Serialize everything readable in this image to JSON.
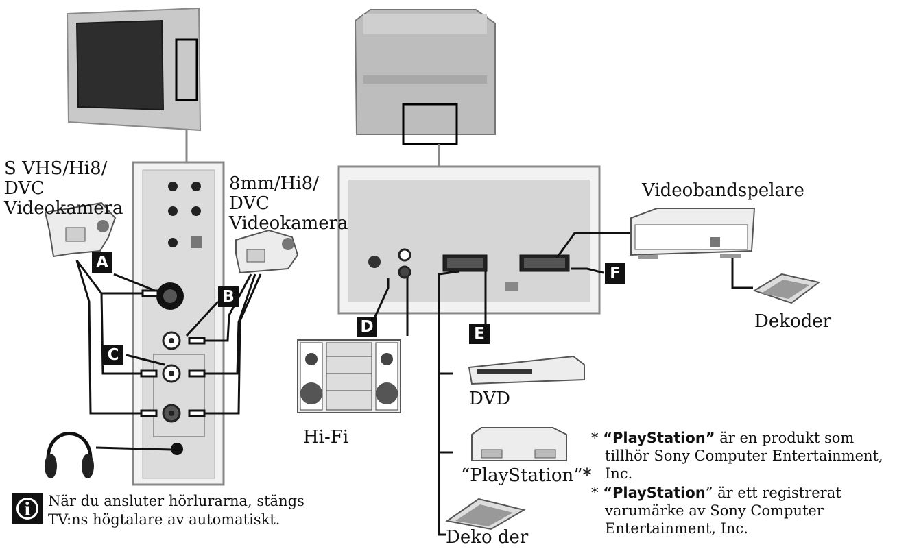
{
  "labels": {
    "camera_left": [
      "S VHS/Hi8/",
      "DVC",
      "Videokamera"
    ],
    "camera_right": [
      "8mm/Hi8/",
      "DVC",
      "Videokamera"
    ],
    "vcr": "Videobandspelare",
    "decoder_right": "Dekoder",
    "hifi": "Hi-Fi",
    "dvd": "DVD",
    "playstation": "“PlayStation”*",
    "decoder_bottom": "Deko der"
  },
  "badges": {
    "A": "A",
    "B": "B",
    "C": "C",
    "D": "D",
    "E": "E",
    "F": "F"
  },
  "info": {
    "line1": "När du ansluter hörlurarna, stängs",
    "line2": "TV:ns högtalare av automatiskt."
  },
  "notes": [
    {
      "star": "* ",
      "brand": "“PlayStation”",
      "text": " är en produkt som",
      "cont": [
        "tillhör Sony Computer Entertainment,",
        "Inc."
      ]
    },
    {
      "star": "* ",
      "brand": "“PlayStation",
      "text": "” är ett registrerat",
      "cont": [
        "varumärke av Sony Computer",
        "Entertainment, Inc."
      ]
    }
  ]
}
